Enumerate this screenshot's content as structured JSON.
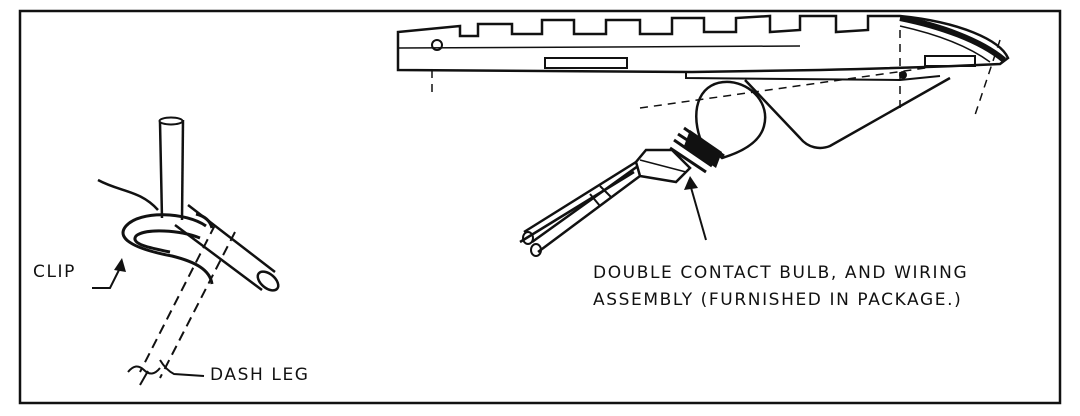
{
  "labels": {
    "clip": "CLIP",
    "dash_leg": "DASH LEG",
    "bulb_line1": "DOUBLE CONTACT BULB, AND WIRING",
    "bulb_line2": "ASSEMBLY (FURNISHED IN PACKAGE.)"
  },
  "colors": {
    "ink": "#111111",
    "background": "#ffffff"
  }
}
